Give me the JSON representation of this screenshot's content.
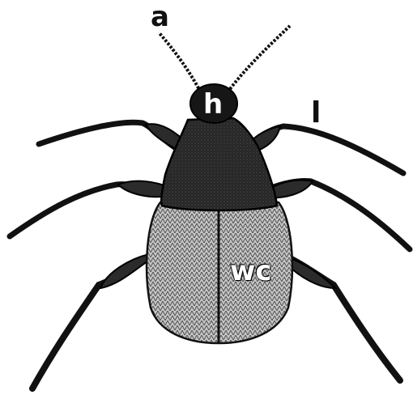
{
  "labels": {
    "antenna": "a",
    "head": "h",
    "leg": "l",
    "wing_cover": "wc"
  },
  "colors": {
    "ink": "#111111",
    "pronotum": "#2a2a2a",
    "elytra": "#b5b5b5",
    "background": "#ffffff"
  }
}
